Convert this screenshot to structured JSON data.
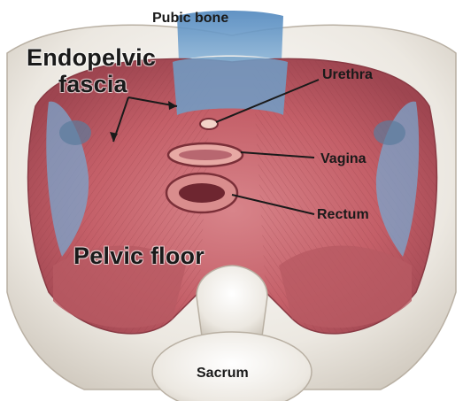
{
  "labels": {
    "pubic_bone": "Pubic bone",
    "endopelvic_line1": "Endopelvic",
    "endopelvic_line2": "fascia",
    "urethra": "Urethra",
    "vagina": "Vagina",
    "rectum": "Rectum",
    "pelvic_floor": "Pelvic floor",
    "sacrum": "Sacrum"
  },
  "colors": {
    "muscle": "#c9626a",
    "muscle_dark": "#a9464f",
    "fascia_blue": "#6f9fc8",
    "bone": "#e9e4dc",
    "label_text": "#1a1a1a",
    "pointer_line": "#1a1a1a"
  }
}
